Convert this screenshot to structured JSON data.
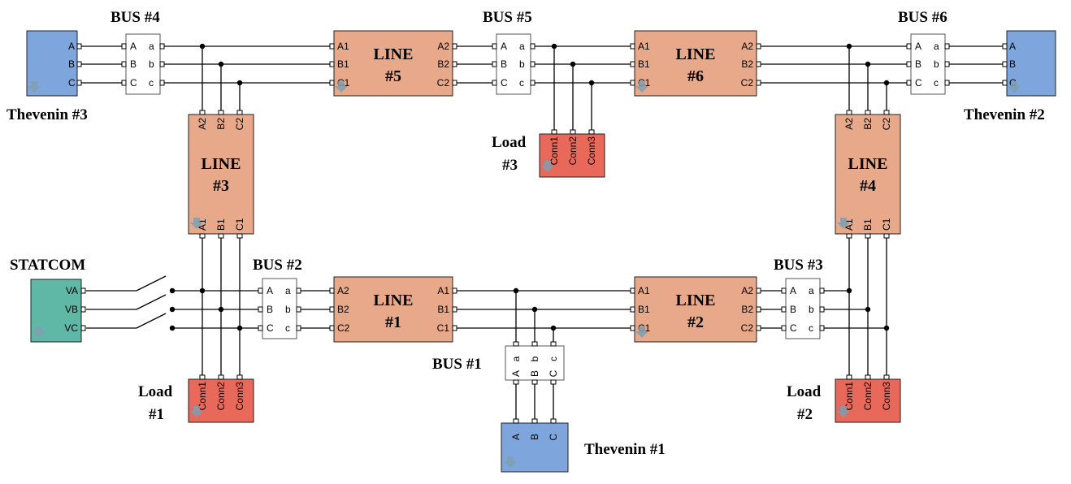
{
  "buses": {
    "bus4": "BUS #4",
    "bus5": "BUS #5",
    "bus6": "BUS #6",
    "bus2": "BUS #2",
    "bus3": "BUS #3",
    "bus1": "BUS #1"
  },
  "thevenin": {
    "t1": "Thevenin #1",
    "t2": "Thevenin #2",
    "t3": "Thevenin #3"
  },
  "lines": {
    "l1": [
      "LINE",
      "#1"
    ],
    "l2": [
      "LINE",
      "#2"
    ],
    "l3": [
      "LINE",
      "#3"
    ],
    "l4": [
      "LINE",
      "#4"
    ],
    "l5": [
      "LINE",
      "#5"
    ],
    "l6": [
      "LINE",
      "#6"
    ]
  },
  "loads": {
    "l1": [
      "Load",
      "#1"
    ],
    "l2": [
      "Load",
      "#2"
    ],
    "l3": [
      "Load",
      "#3"
    ]
  },
  "statcom": "STATCOM",
  "ports": {
    "abc": [
      "A",
      "B",
      "C"
    ],
    "bus_upper": [
      "A",
      "B",
      "C"
    ],
    "bus_lower": [
      "a",
      "b",
      "c"
    ],
    "line_side1": [
      "A1",
      "B1",
      "C1"
    ],
    "line_side2": [
      "A2",
      "B2",
      "C2"
    ],
    "conn": [
      "Conn1",
      "Conn2",
      "Conn3"
    ],
    "statcom": [
      "VA",
      "VB",
      "VC"
    ]
  },
  "colors": {
    "line_block": "#e8a98a",
    "load_block": "#e8685a",
    "thevenin_block": "#7ea6dc",
    "statcom_block": "#5fb8a6",
    "bus_block": "#ffffff"
  }
}
